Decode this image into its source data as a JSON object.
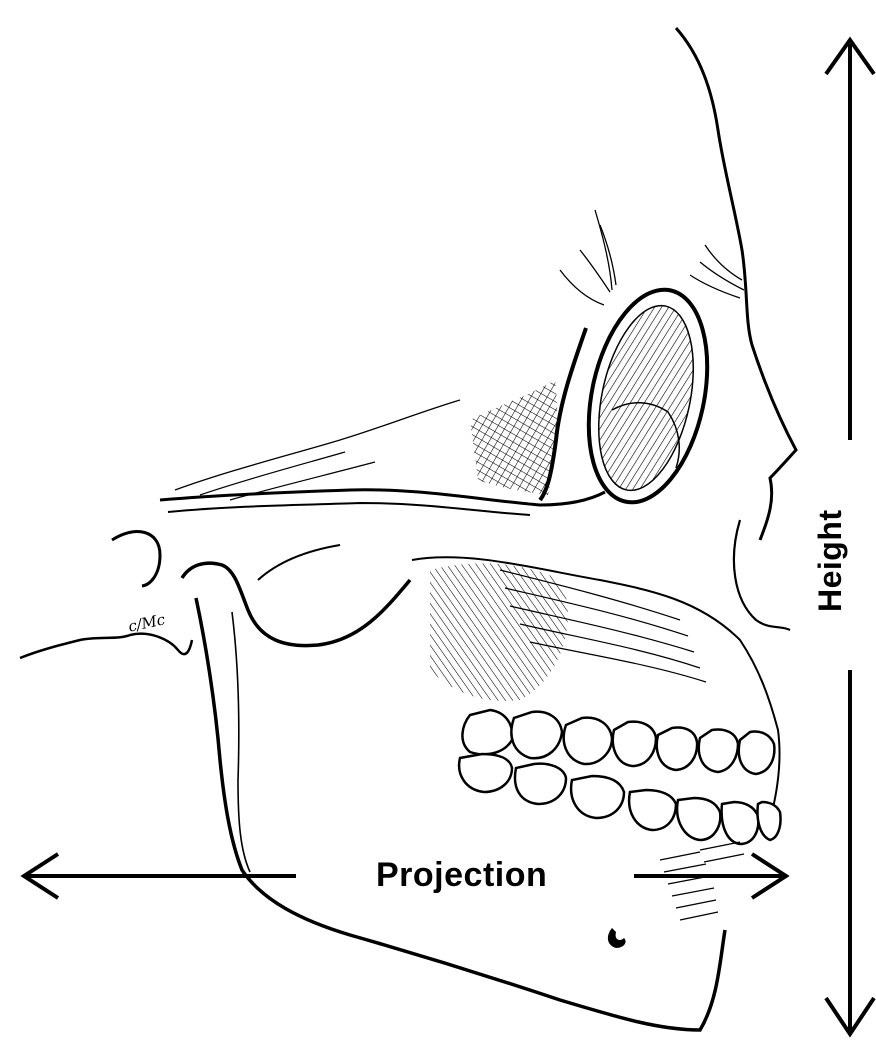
{
  "labels": {
    "projection": "Projection",
    "height": "Height",
    "condyle_mark": "c/Mc"
  },
  "figure": {
    "subject": "skull-lateral-view-line-drawing",
    "colors": {
      "ink": "#000000",
      "background": "#ffffff",
      "hatch": "#1a1a1a"
    },
    "icons": [
      "arrow-left-icon",
      "arrow-right-icon",
      "arrow-up-icon",
      "arrow-down-icon"
    ]
  }
}
